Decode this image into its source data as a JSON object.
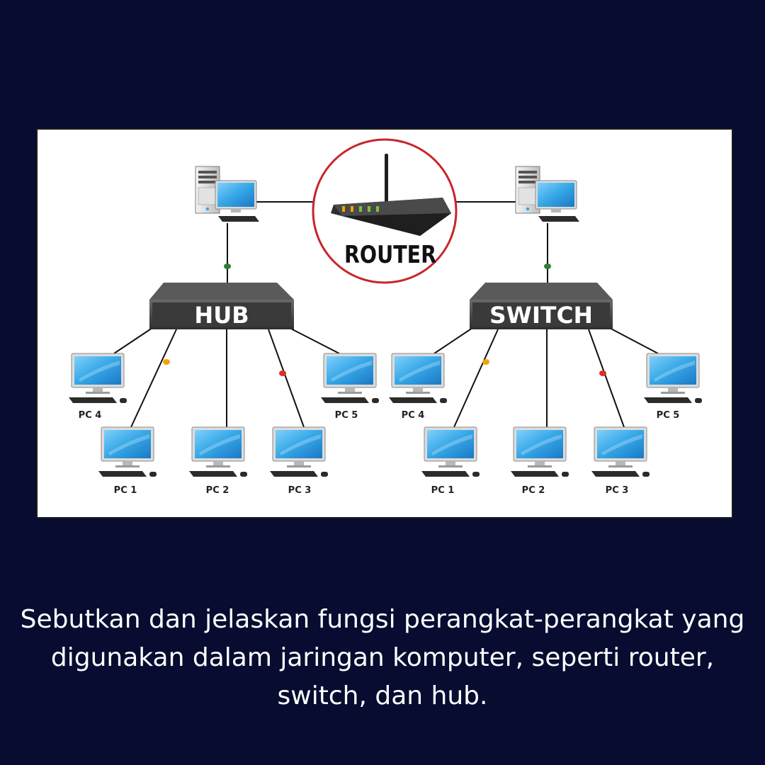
{
  "diagram": {
    "router_label": "ROUTER",
    "hub_label": "HUB",
    "switch_label": "SWITCH",
    "hub_group": {
      "pcs": [
        "PC 4",
        "PC 5",
        "PC 1",
        "PC 2",
        "PC 3"
      ]
    },
    "switch_group": {
      "pcs": [
        "PC 4",
        "PC 5",
        "PC 1",
        "PC 2",
        "PC 3"
      ]
    },
    "colors": {
      "router_ring": "#c8262c",
      "device_body": "#3a3a3a",
      "screen": "#35a6e6",
      "cable": "#111111",
      "dot_green": "#2e7d32",
      "dot_orange": "#f2a20c",
      "dot_red": "#d8321e",
      "router_leds": [
        "#f2a20c",
        "#f2a20c",
        "#7cc242",
        "#7cc242",
        "#7cc242"
      ]
    }
  },
  "question": {
    "lines": [
      "Sebutkan dan jelaskan fungsi perangkat-perangkat yang",
      "digunakan dalam jaringan komputer, seperti router,",
      "switch, dan hub."
    ]
  }
}
